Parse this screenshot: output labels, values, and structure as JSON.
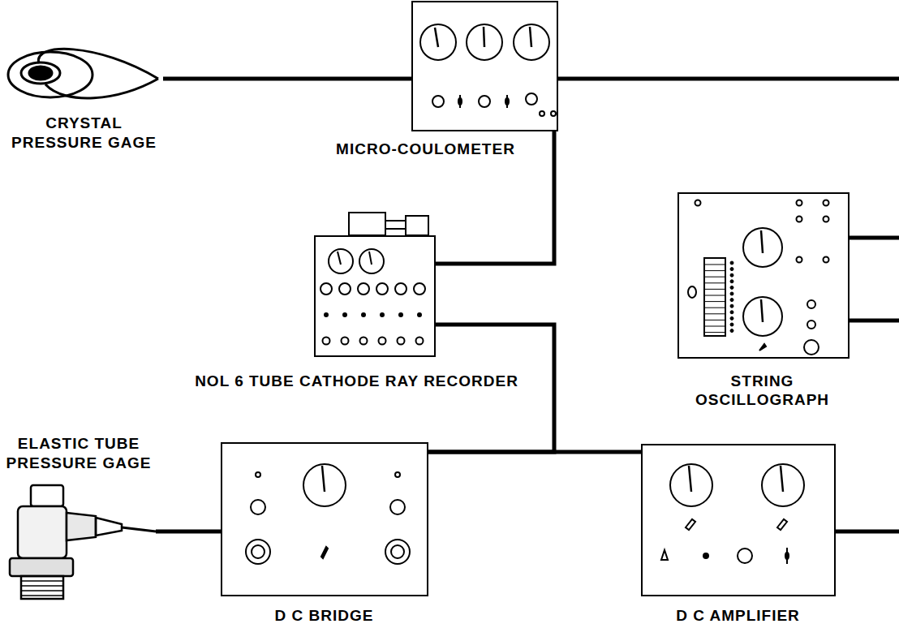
{
  "diagram": {
    "nodes": [
      {
        "text": [
          "CRYSTAL PRESSURE GAGE"
        ]
      },
      {
        "text": [
          "MICRO-COULOMETER"
        ]
      },
      {
        "text": [
          "NOL 6 TUBE CATHODE RAY RECORDER"
        ]
      },
      {
        "text": [
          "STRING OSCILLOGRAPH"
        ]
      },
      {
        "text": [
          "ELASTIC TUBE PRESSURE GAGE"
        ]
      },
      {
        "text": [
          "D C BRIDGE"
        ]
      },
      {
        "text": [
          "D C AMPLIFIER"
        ]
      }
    ],
    "edges": [
      {
        "from": 0,
        "to": 1,
        "arrow": "none"
      },
      {
        "from": 1,
        "to": 2,
        "arrow": "none"
      },
      {
        "from": 4,
        "to": 5,
        "arrow": "none"
      },
      {
        "from": 5,
        "to": 6,
        "arrow": "none"
      },
      {
        "from": 5,
        "to": 2,
        "arrow": "none"
      }
    ]
  }
}
